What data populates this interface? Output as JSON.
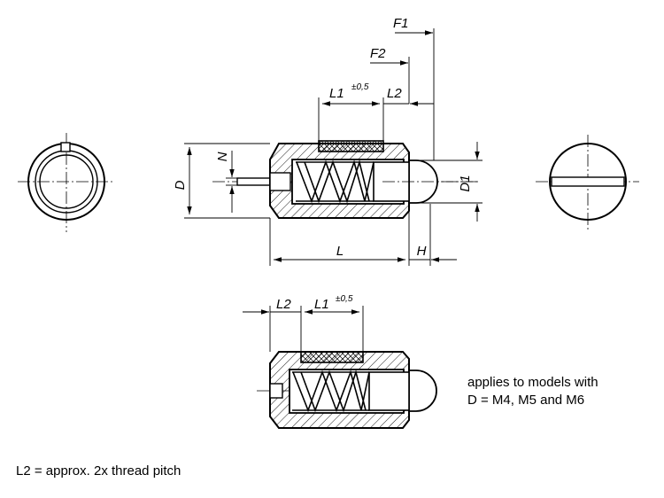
{
  "labels": {
    "F1": "F1",
    "F2": "F2",
    "L1": "L1",
    "tolerance": "±0,5",
    "L2": "L2",
    "D": "D",
    "N": "N",
    "D1": "D1",
    "L": "L",
    "H": "H"
  },
  "notes": {
    "applies_line1": "applies to models with",
    "applies_line2": "D = M4, M5 and M6",
    "l2_footnote": "L2 = approx. 2x thread pitch"
  }
}
